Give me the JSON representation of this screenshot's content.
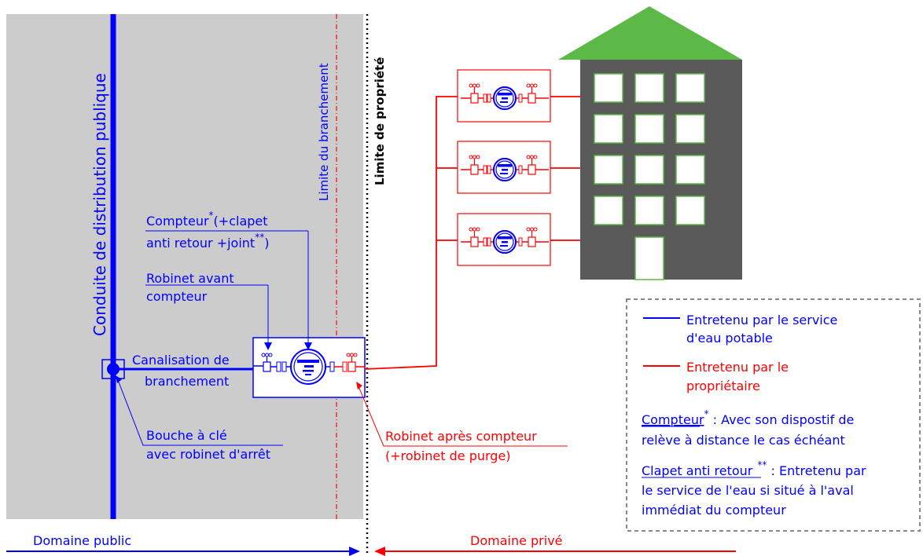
{
  "labels": {
    "conduite": "Conduite de distribution publique",
    "limite_branchement": "Limite du branchement",
    "limite_propriete": "Limite de propriété",
    "compteur_word": "Compteur",
    "compteur_star": "*",
    "compteur_rest": "(+clapet",
    "compteur_line2": "anti retour +joint",
    "compteur_line2_star": "**",
    "compteur_line2_end": ")",
    "robinet_avant_1": "Robinet avant",
    "robinet_avant_2": "compteur",
    "canalisation_1": "Canalisation de",
    "canalisation_2": "branchement",
    "bouche_1": "Bouche à clé",
    "bouche_2": "avec robinet d'arrêt",
    "robinet_apres_1": "Robinet après compteur",
    "robinet_apres_2": "(+robinet de purge)",
    "domaine_public": "Domaine public",
    "domaine_prive": "Domaine privé"
  },
  "legend": {
    "blue_1": "Entretenu par le service",
    "blue_2": "d'eau potable",
    "red_1": "Entretenu par le",
    "red_2": "propriétaire",
    "compteur_term": "Compteur",
    "compteur_star": "*",
    "compteur_desc_1": " : Avec son dispostif de",
    "compteur_desc_2": "relève à distance le cas échéant",
    "clapet_term": "Clapet anti retour",
    "clapet_star": "**",
    "clapet_desc_1": " : Entretenu par",
    "clapet_desc_2": "le service de l'eau si situé à l'aval",
    "clapet_desc_3": "immédiat du compteur"
  },
  "colors": {
    "public": "#0000ff",
    "private": "#ff0000",
    "public_zone": "#cccccc",
    "roof": "#5cb947",
    "building": "#5a5a5a",
    "window": "#ffffff"
  }
}
